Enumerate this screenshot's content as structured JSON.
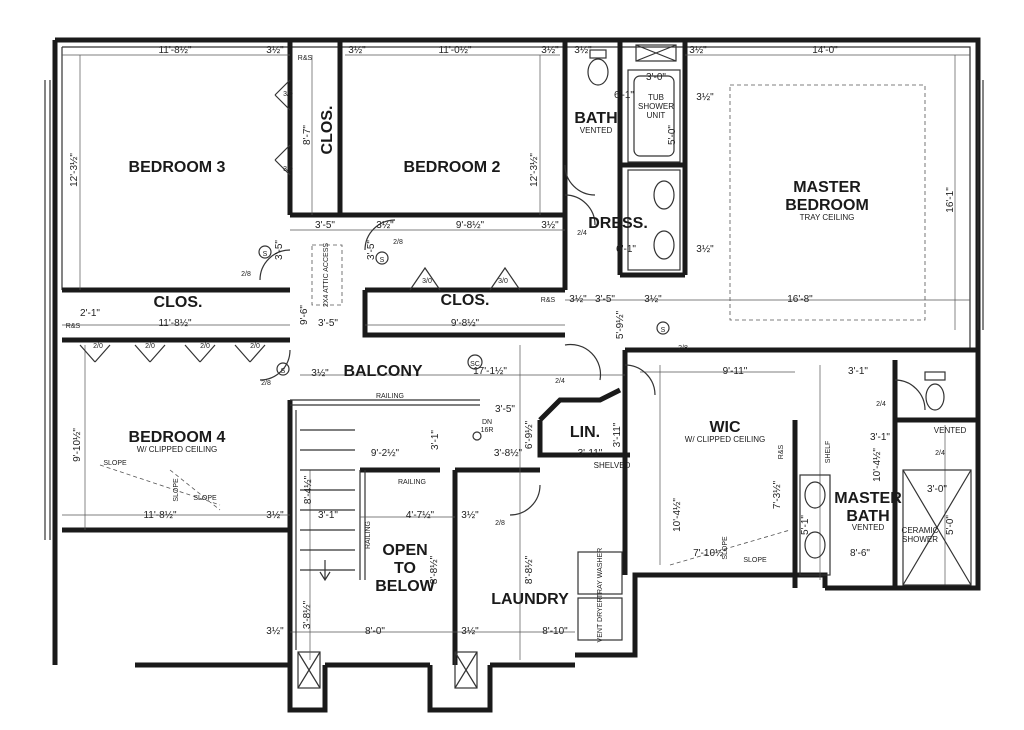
{
  "rooms": {
    "bedroom3": "BEDROOM 3",
    "bedroom2": "BEDROOM 2",
    "clos_vertical": "CLOS.",
    "bath": "BATH",
    "bath_sub": "VENTED",
    "tub": "TUB\nSHOWER\nUNIT",
    "dress": "DRESS.",
    "master_bedroom": "MASTER\nBEDROOM",
    "master_sub": "TRAY CEILING",
    "clos_left": "CLOS.",
    "clos_mid": "CLOS.",
    "balcony": "BALCONY",
    "bedroom4": "BEDROOM 4",
    "bedroom4_sub": "W/ CLIPPED CEILING",
    "lin": "LIN.",
    "shelved": "SHELVED",
    "wic": "WIC",
    "wic_sub": "W/ CLIPPED CEILING",
    "master_bath": "MASTER\nBATH",
    "master_bath_sub": "VENTED",
    "ceramic_shower": "CERAMIC\nSHOWER",
    "vented_wc": "VENTED",
    "open_below": "OPEN\nTO\nBELOW",
    "laundry": "LAUNDRY",
    "washer": "TRAY\nWASHER",
    "dryer": "VENT\nDRYER",
    "railing_top": "RAILING",
    "railing_mid": "RAILING",
    "railing_vert": "RAILING",
    "attic": "2X4\nATTIC\nACCESS",
    "dn": "DN\n16R",
    "slope1": "SLOPE",
    "slope2": "SLOPE",
    "slope3": "SLOPE",
    "slope4": "SLOPE",
    "slope5": "SLOPE"
  },
  "dimensions": {
    "d1": "11'-8½\"",
    "d2": "3½\"",
    "d3": "3½\"",
    "d4": "11'-0½\"",
    "d5": "3½\"",
    "d6": "3½\"",
    "d7": "3½\"",
    "d8": "14'-0\"",
    "d9": "3'-0\"",
    "d10": "6'-1\"",
    "d11": "5'-0\"",
    "d12": "3½\"",
    "d13": "12'-3½\"",
    "d14": "8'-7\"",
    "d15": "12'-3½\"",
    "d16": "16'-1\"",
    "d17": "3'-5\"",
    "d18": "3½\"",
    "d19": "9'-8½\"",
    "d20": "3½\"",
    "d21": "6'-1\"",
    "d22": "3½\"",
    "d23": "3'-5\"",
    "d24": "3'-5\"",
    "d25": "9'-6\"",
    "d26": "3½\"",
    "d27": "3'-5\"",
    "d28": "3½\"",
    "d29": "16'-8\"",
    "d30": "2'-1\"",
    "d31": "11'-8½\"",
    "d32": "3'-5\"",
    "d33": "9'-8½\"",
    "d34": "5'-9½\"",
    "d35": "3½\"",
    "d36": "17'-1½\"",
    "d37": "9'-11\"",
    "d38": "3'-1\"",
    "d39": "9'-10½\"",
    "d40": "3'-5\"",
    "d41": "6'-9½\"",
    "d42": "3'-11\"",
    "d43": "9'-2½\"",
    "d44": "3'-8½\"",
    "d45": "3'-11\"",
    "d46": "10'-4½\"",
    "d47": "3'-1\"",
    "d48": "8'-4½\"",
    "d49": "11'-8½\"",
    "d50": "3½\"",
    "d51": "3'-1\"",
    "d52": "4'-7½\"",
    "d53": "3½\"",
    "d54": "10'-4½\"",
    "d55": "7'-10½\"",
    "d56": "8'-6\"",
    "d57": "3'-0\"",
    "d58": "5'-0\"",
    "d59": "8'-8½\"",
    "d60": "8'-8½\"",
    "d61": "3'-8½\"",
    "d62": "8'-0\"",
    "d63": "8'-10\"",
    "d64": "3½\"",
    "d65": "3½\"",
    "d66": "5'-1\"",
    "d67": "7'-3½\"",
    "d68": "3'-1\"",
    "d69": "R&S",
    "d70": "R&S",
    "d71": "R&S",
    "d72": "R&S",
    "d73": "SHELF",
    "d74": "2/4",
    "d75": "2/8"
  },
  "doors": [
    "3/0",
    "3/0",
    "2/8",
    "3/0",
    "3/0",
    "2/0",
    "2/0",
    "2/0",
    "2/0",
    "2/8",
    "2/4",
    "2/8",
    "2/4",
    "2/4",
    "2/8"
  ],
  "symbols": {
    "smoke": "S",
    "smoke_co": "SC"
  }
}
